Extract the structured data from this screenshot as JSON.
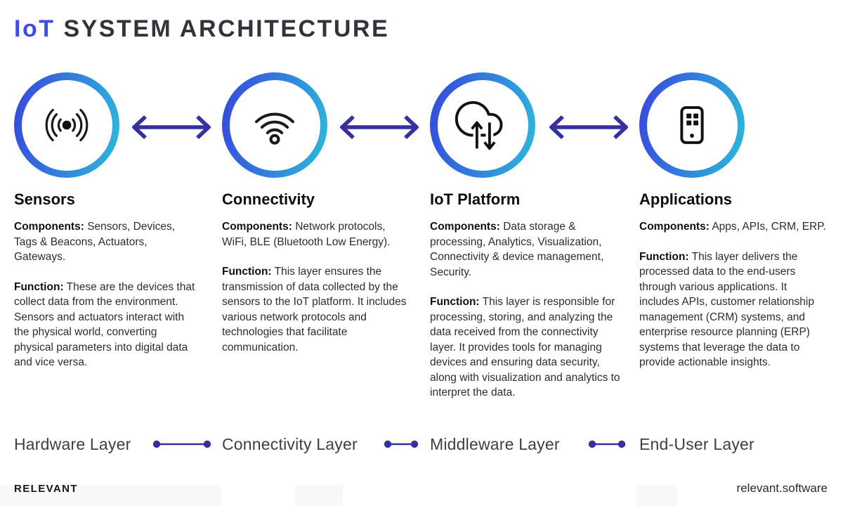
{
  "title": {
    "highlight": "IoT",
    "rest": "SYSTEM ARCHITECTURE"
  },
  "colors": {
    "accent_blue": "#3D4DE4",
    "ring_gradient_start": "#3745DF",
    "ring_gradient_end": "#2DBBD9",
    "arrow_indigo": "#36309E",
    "heading_dark": "#33333C",
    "body_text": "#2C2C31"
  },
  "columns": [
    {
      "icon": "signal-icon",
      "title": "Sensors",
      "components_label": "Components:",
      "components": "Sensors, Devices, Tags & Beacons, Actuators, Gateways.",
      "function_label": "Function:",
      "function": "These are the devices that collect data from the environment. Sensors and actuators interact with the physical world, converting physical parameters into digital data and vice versa.",
      "layer": "Hardware Layer"
    },
    {
      "icon": "wifi-icon",
      "title": "Connectivity",
      "components_label": "Components:",
      "components": "Network protocols, WiFi, BLE (Bluetooth Low Energy).",
      "function_label": "Function:",
      "function": "This layer ensures the transmission of data collected by the sensors to the IoT platform. It includes various network protocols and technologies that facilitate communication.",
      "layer": "Connectivity Layer"
    },
    {
      "icon": "cloud-sync-icon",
      "title": "IoT Platform",
      "components_label": "Components:",
      "components": "Data storage & processing, Analytics, Visualization, Connectivity & device management, Security.",
      "function_label": "Function:",
      "function": "This layer is responsible for processing, storing, and analyzing the data received from the connectivity layer. It provides tools for managing devices and ensuring data security, along with visualization and analytics to interpret the data.",
      "layer": "Middleware Layer"
    },
    {
      "icon": "mobile-app-icon",
      "title": "Applications",
      "components_label": "Components:",
      "components": "Apps, APIs, CRM, ERP.",
      "function_label": "Function:",
      "function": "This layer delivers the processed data to the end-users through various applications. It includes APIs, customer relationship management (CRM) systems, and enterprise resource planning (ERP) systems that leverage the data to provide actionable insights.",
      "layer": "End-User Layer"
    }
  ],
  "footer": {
    "brand": "RELEVANT",
    "website": "relevant.software"
  }
}
